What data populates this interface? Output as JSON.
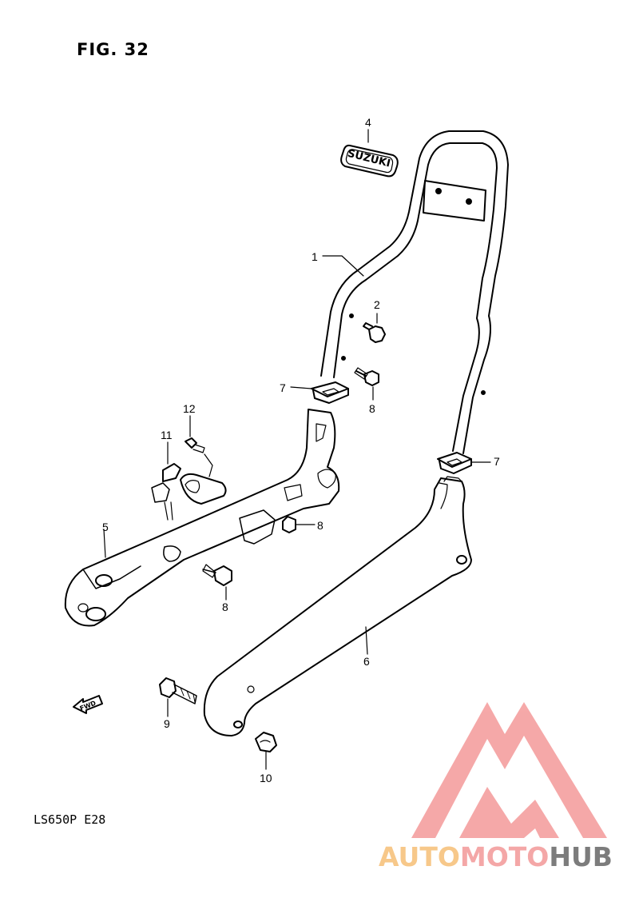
{
  "figure": {
    "title": "FIG. 32",
    "model_code": "LS650P  E28"
  },
  "badge_text": "SUZUKI",
  "fwd_label": "FWD",
  "callouts": [
    {
      "id": "c1",
      "label": "1"
    },
    {
      "id": "c2",
      "label": "2"
    },
    {
      "id": "c4",
      "label": "4"
    },
    {
      "id": "c5",
      "label": "5"
    },
    {
      "id": "c6",
      "label": "6"
    },
    {
      "id": "c7a",
      "label": "7"
    },
    {
      "id": "c7b",
      "label": "7"
    },
    {
      "id": "c8a",
      "label": "8"
    },
    {
      "id": "c8b",
      "label": "8"
    },
    {
      "id": "c8c",
      "label": "8"
    },
    {
      "id": "c9",
      "label": "9"
    },
    {
      "id": "c10",
      "label": "10"
    },
    {
      "id": "c11",
      "label": "11"
    },
    {
      "id": "c12",
      "label": "12"
    }
  ],
  "watermark": {
    "part1": "AUTO",
    "part2": "MOTO",
    "part3": "HUB",
    "colors": {
      "auto": "#f7c88a",
      "moto": "#f4a7a7",
      "hub": "#7c7c7c",
      "mark": "#f49a9a"
    }
  }
}
